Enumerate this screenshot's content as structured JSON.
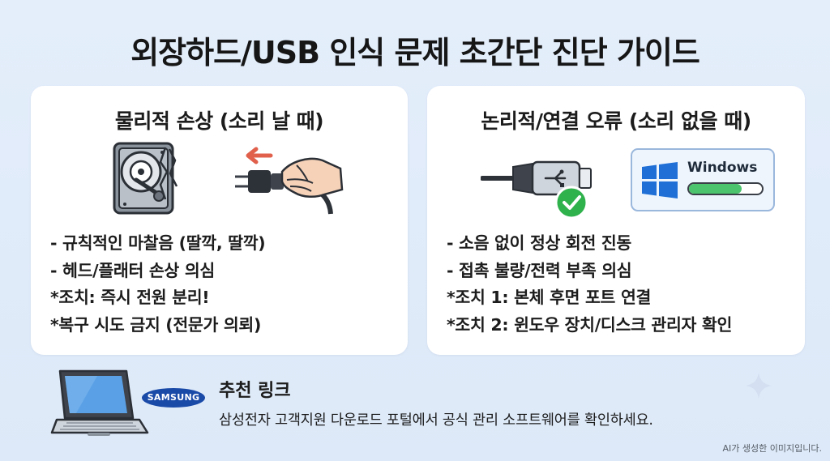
{
  "title": "외장하드/USB 인식 문제 초간단 진단 가이드",
  "left_card": {
    "title": "물리적 손상 (소리 날 때)",
    "items": [
      "- 규칙적인 마찰음 (딸깍, 딸깍)",
      "- 헤드/플래터 손상 의심",
      "*조치: 즉시 전원 분리!",
      "*복구 시도 금지 (전문가 의뢰)"
    ],
    "icons": [
      "hard-drive-icon",
      "unplug-hand-icon"
    ]
  },
  "right_card": {
    "title": "논리적/연결 오류 (소리 없을 때)",
    "items": [
      "- 소음 없이 정상 회전 진동",
      "- 접촉 불량/전력 부족 의심",
      "*조치 1: 본체 후면 포트 연결",
      "*조치 2: 윈도우 장치/디스크 관리자 확인"
    ],
    "windows_label": "Windows",
    "windows_progress": 0.72,
    "icons": [
      "usb-plug-check-icon",
      "windows-logo-icon"
    ]
  },
  "bottom": {
    "brand": "SAMSUNG",
    "title": "추천 링크",
    "text": "삼성전자 고객지원 다운로드 포털에서 공식 관리 소프트웨어를 확인하세요.",
    "icons": [
      "laptop-icon",
      "samsung-logo-icon"
    ]
  },
  "ai_note": "AI가 생성한 이미지입니다.",
  "colors": {
    "background": "#e4eefb",
    "card": "#ffffff",
    "accent_blue": "#1f6fd6",
    "check_green": "#2fb14c",
    "arrow_red": "#e0604c",
    "progress_green": "#4bc46d"
  }
}
